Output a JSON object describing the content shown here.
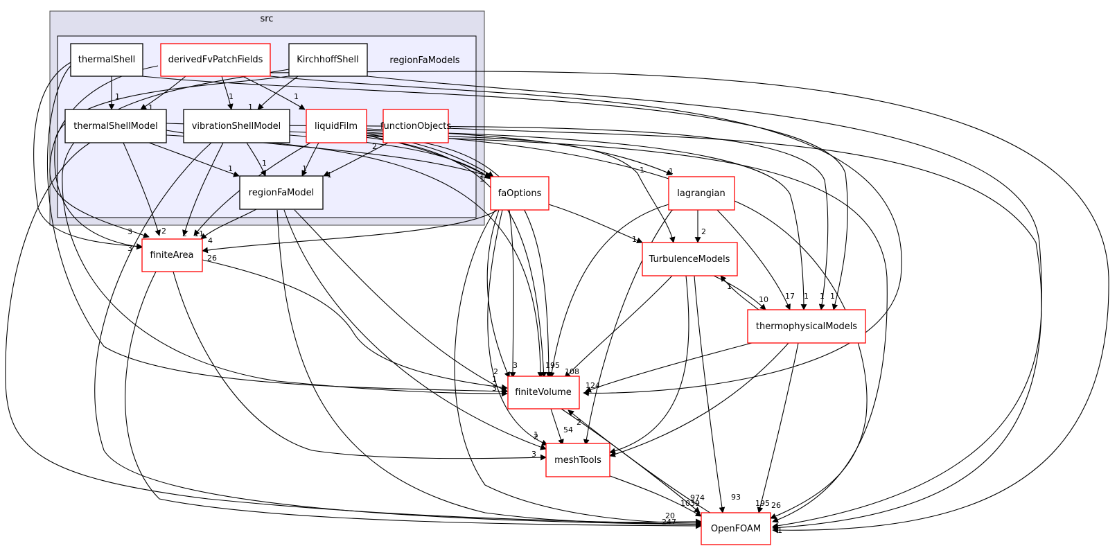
{
  "colors": {
    "outer_cluster_fill": "#dfdfee",
    "inner_cluster_fill": "#eeeeff",
    "cluster_stroke": "#444444",
    "node_black": "#000000",
    "node_red": "#ff0000",
    "edge": "#000000"
  },
  "clusters": {
    "src": "src",
    "regionFaModels": "regionFaModels"
  },
  "nodes": {
    "thermalShell": "thermalShell",
    "derivedFvPatchFields": "derivedFvPatchFields",
    "KirchhoffShell": "KirchhoffShell",
    "thermalShellModel": "thermalShellModel",
    "vibrationShellModel": "vibrationShellModel",
    "liquidFilm": "liquidFilm",
    "functionObjects": "functionObjects",
    "regionFaModel": "regionFaModel",
    "faOptions": "faOptions",
    "lagrangian": "lagrangian",
    "finiteArea": "finiteArea",
    "TurbulenceModels": "TurbulenceModels",
    "thermophysicalModels": "thermophysicalModels",
    "finiteVolume": "finiteVolume",
    "meshTools": "meshTools",
    "OpenFOAM": "OpenFOAM"
  },
  "edge_labels": {
    "e1": "1",
    "e2": "1",
    "e3": "1",
    "e4": "1",
    "e5": "1",
    "e6": "1",
    "e7": "1",
    "e8": "1",
    "e9": "1",
    "e10": "1",
    "e11": "1",
    "e12": "1",
    "e13": "2",
    "e14": "11",
    "e15": "4",
    "e16": "2",
    "e17": "3",
    "e18": "3",
    "e19": "26",
    "e20": "4",
    "e21": "2",
    "e22": "17",
    "e23": "1",
    "e24": "1",
    "e25": "1",
    "e26": "10",
    "e27": "1",
    "e28": "1",
    "e29": "3",
    "e30": "2",
    "e31": "1",
    "e32": "3",
    "e33": "3",
    "e34": "2",
    "e35": "195",
    "e36": "108",
    "e37": "124",
    "e38": "2",
    "e39": "54",
    "e40": "11",
    "e41": "3",
    "e42": "2",
    "e43": "1",
    "e44": "12",
    "e45": "93",
    "e46": "195",
    "e47": "26",
    "e48": "974",
    "e49": "1039",
    "e50": "20",
    "e51": "247",
    "e52": "2",
    "e53": "1",
    "e54": "2",
    "e55": "1"
  }
}
